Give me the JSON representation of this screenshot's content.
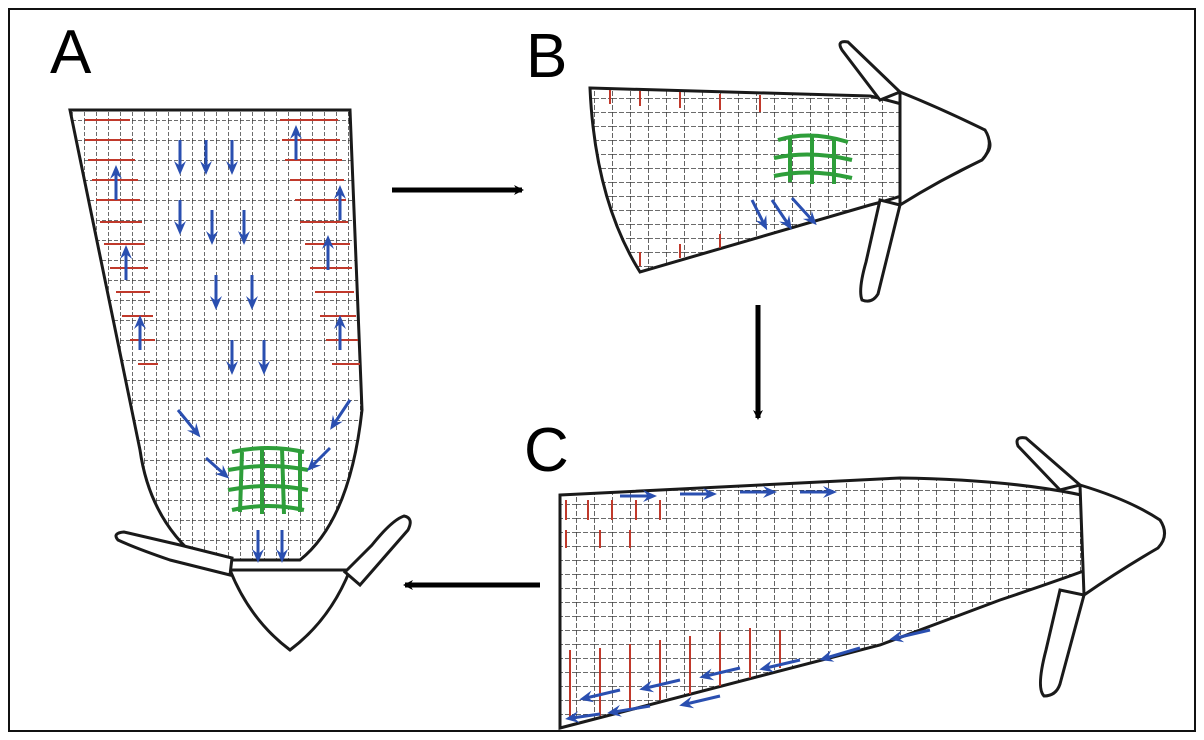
{
  "panels": {
    "a": {
      "label": "A"
    },
    "b": {
      "label": "B"
    },
    "c": {
      "label": "C"
    }
  },
  "colors": {
    "cell_wall": "#1a1a1a",
    "lateral_cap": "#c0392b",
    "auxin_arrow": "#2a4fb0",
    "columella": "#2e9e3a",
    "flow_arrow": "#000000"
  },
  "icons": [
    "auxin-flow-arrow-icon",
    "cycle-arrow-icon"
  ]
}
